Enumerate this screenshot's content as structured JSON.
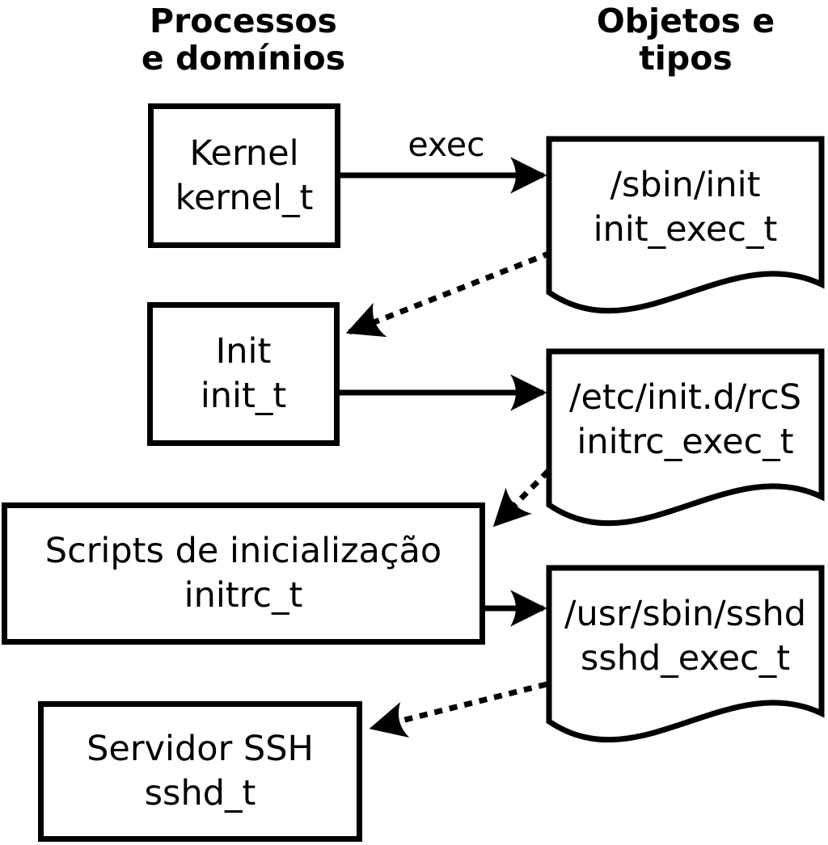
{
  "diagram": {
    "title_columns": {
      "left_line1": "Processos",
      "left_line2": "e domínios",
      "right_line1": "Objetos e",
      "right_line2": "tipos"
    },
    "processes": [
      {
        "label": "Kernel",
        "type": "kernel_t"
      },
      {
        "label": "Init",
        "type": "init_t"
      },
      {
        "label": "Scripts de inicialização",
        "type": "initrc_t"
      },
      {
        "label": "Servidor SSH",
        "type": "sshd_t"
      }
    ],
    "objects": [
      {
        "label": "/sbin/init",
        "type": "init_exec_t"
      },
      {
        "label": "/etc/init.d/rcS",
        "type": "initrc_exec_t"
      },
      {
        "label": "/usr/sbin/sshd",
        "type": "sshd_exec_t"
      }
    ],
    "exec_label": "exec",
    "edges": [
      {
        "from": "kernel_t",
        "to": "init_exec_t",
        "style": "solid",
        "label": "exec"
      },
      {
        "from": "init_exec_t",
        "to": "init_t",
        "style": "dotted"
      },
      {
        "from": "init_t",
        "to": "initrc_exec_t",
        "style": "solid"
      },
      {
        "from": "initrc_exec_t",
        "to": "initrc_t",
        "style": "dotted"
      },
      {
        "from": "initrc_t",
        "to": "sshd_exec_t",
        "style": "solid"
      },
      {
        "from": "sshd_exec_t",
        "to": "sshd_t",
        "style": "dotted"
      }
    ],
    "colors": {
      "line": "#000000",
      "background": "#ffffff"
    }
  }
}
